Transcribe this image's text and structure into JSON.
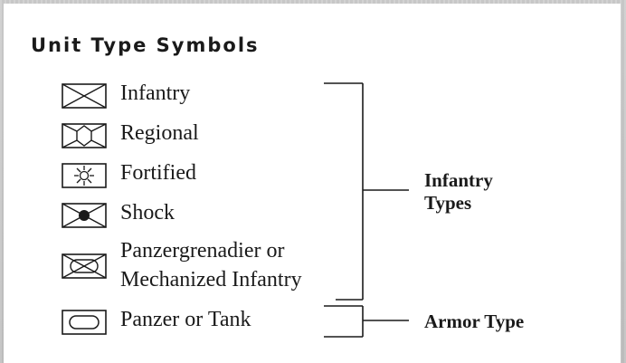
{
  "title": "Unit Type Symbols",
  "symbols": [
    {
      "icon": "infantry-symbol-icon",
      "label": "Infantry"
    },
    {
      "icon": "regional-symbol-icon",
      "label": "Regional"
    },
    {
      "icon": "fortified-symbol-icon",
      "label": "Fortified"
    },
    {
      "icon": "shock-symbol-icon",
      "label": "Shock"
    },
    {
      "icon": "panzergrenadier-symbol-icon",
      "label_line1": "Panzergrenadier or",
      "label_line2": "Mechanized Infantry"
    },
    {
      "icon": "panzer-symbol-icon",
      "label": "Panzer or Tank"
    }
  ],
  "groups": {
    "infantry": {
      "line1": "Infantry",
      "line2": "Types"
    },
    "armor": {
      "label": "Armor Type"
    }
  },
  "colors": {
    "ink": "#1a1a1a",
    "panel": "#ffffff",
    "frame": "#c9c9c9"
  }
}
